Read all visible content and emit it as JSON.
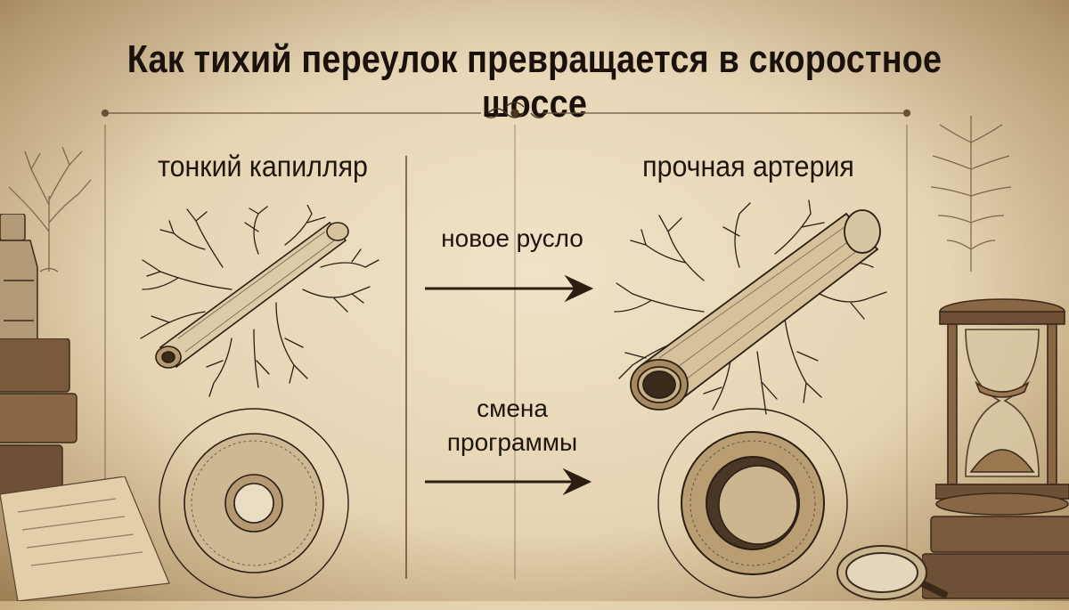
{
  "title": "Как тихий переулок превращается в скоростное шоссе",
  "left_panel": {
    "label": "тонкий капилляр",
    "vessel_icon": "thin-capillary-illustration",
    "cross_section_icon": "capillary-cross-section"
  },
  "right_panel": {
    "label": "прочная артерия",
    "vessel_icon": "strong-artery-illustration",
    "cross_section_icon": "artery-cross-section"
  },
  "middle": {
    "step1_label": "новое русло",
    "step2_line1": "смена",
    "step2_line2": "программы",
    "arrow_icon": "right-arrow-icon"
  },
  "decor": [
    "tree-sketch-icon",
    "ink-bottle-icon",
    "books-icon",
    "hourglass-icon",
    "magnifier-icon",
    "ornament-icon"
  ],
  "colors": {
    "paper": "#e9dcbf",
    "ink": "#2a1e12",
    "accent": "#6b5138"
  }
}
